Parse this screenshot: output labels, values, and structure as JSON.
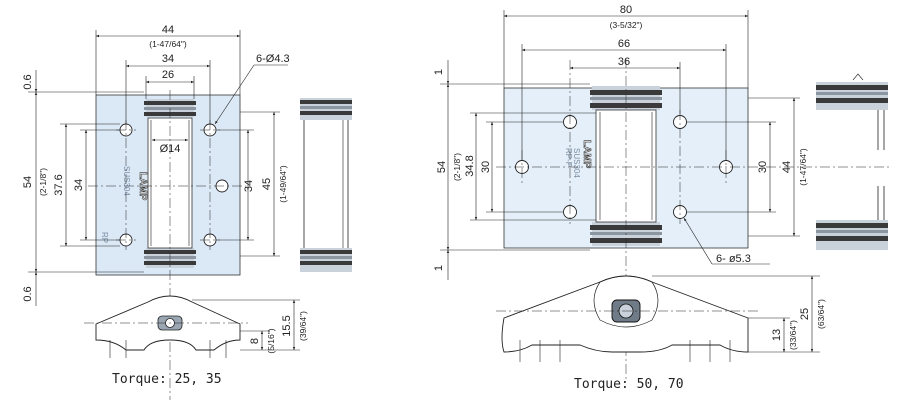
{
  "left_hinge": {
    "dims": {
      "width_total": "44",
      "width_total_in": "(1-47/64\")",
      "hole_span": "34",
      "knuckle_span": "26",
      "holes": "6-Ø4.3",
      "pin_dia": "Ø14",
      "height_total": "54",
      "height_total_in": "(2-1/8\")",
      "h_376": "37.6",
      "h_34": "34",
      "h_34_right": "34",
      "h_45": "45",
      "h_45_in": "(1-49/64\")",
      "gap_top": "0.6",
      "gap_bottom": "0.6",
      "side_8": "8",
      "side_8_in": "(5/16\")",
      "side_155": "15.5",
      "side_155_in": "(39/64\")"
    },
    "caption": "Torque: 25, 35",
    "marks": {
      "brand": "LAMP",
      "material": "SUS304",
      "code": "RP"
    }
  },
  "right_hinge": {
    "dims": {
      "width_total": "80",
      "width_total_in": "(3-5/32\")",
      "hole_span": "66",
      "knuckle_span": "36",
      "holes": "6- ø5.3",
      "height_total": "54",
      "height_total_in": "(2-1/8\")",
      "h_348": "34.8",
      "h_30": "30",
      "h_30_right": "30",
      "h_44": "44",
      "h_44_in": "(1-47/64\")",
      "gap_top": "1",
      "gap_bottom": "1",
      "side_13": "13",
      "side_13_in": "(33/64\")",
      "side_25": "25",
      "side_25_in": "(63/64\")"
    },
    "caption": "Torque: 50, 70",
    "marks": {
      "brand": "LAMP",
      "material": "SUS304",
      "code": "RP-P"
    }
  }
}
